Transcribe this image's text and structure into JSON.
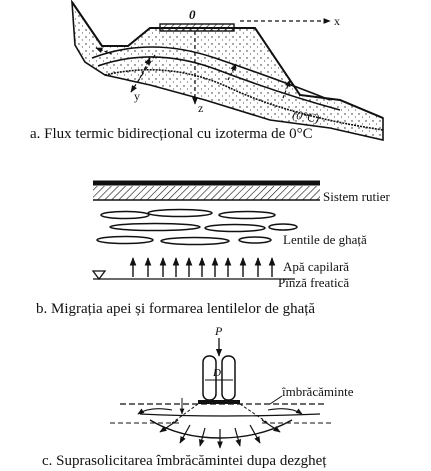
{
  "panel_a": {
    "caption": "a. Flux termic bidirecțional cu izoterma de 0°C",
    "origin_label": "0",
    "x_axis_label": "x",
    "z_axis_label": "z",
    "y_axis_label": "y",
    "isotherm_label": "(0°C)"
  },
  "panel_b": {
    "caption": "b. Migrația apei și formarea lentilelor de ghață",
    "labels": {
      "road_system": "Sistem rutier",
      "ice_lenses": "Lentile de ghață",
      "capillary_water": "Apă capilară",
      "groundwater": "Pînză freatică"
    }
  },
  "panel_c": {
    "caption": "c. Suprasolicitarea îmbrăcămintei dupa dezgheț",
    "load_label": "P",
    "wheel_label": "D",
    "pavement_label": "îmbrăcăminte"
  }
}
